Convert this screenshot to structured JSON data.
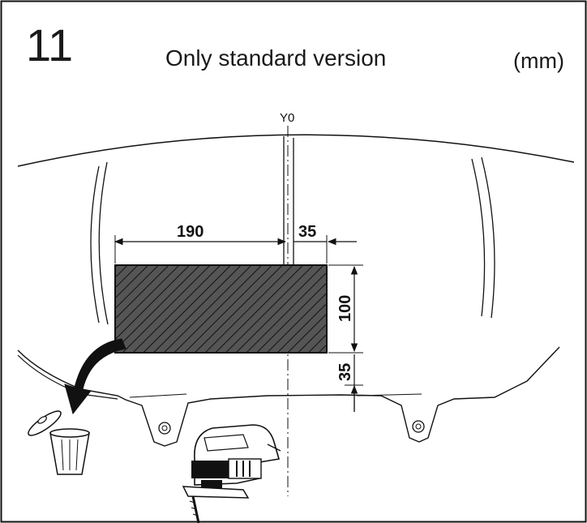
{
  "header": {
    "step_number": "11",
    "title": "Only standard version",
    "unit": "(mm)"
  },
  "diagram": {
    "axis_label": "Y0",
    "dimensions": {
      "cut_left_width": "190",
      "cut_right_width": "35",
      "cut_height": "100",
      "offset_from_edge": "35"
    }
  }
}
